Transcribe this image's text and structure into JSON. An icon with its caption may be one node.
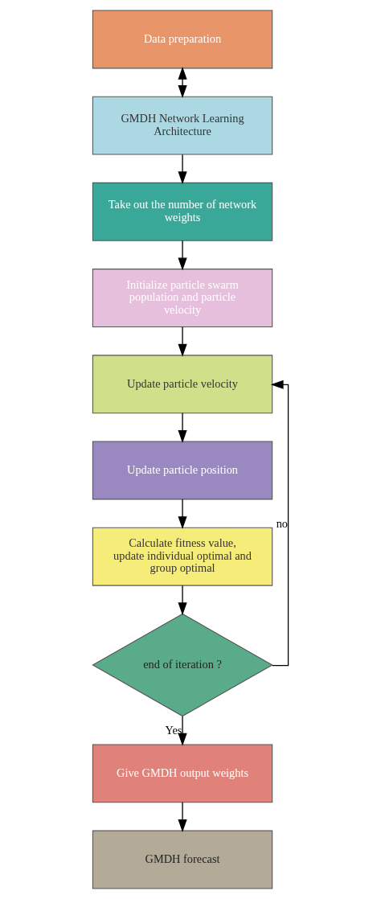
{
  "diagram": {
    "nodes": [
      {
        "text": [
          "Data preparation"
        ]
      },
      {
        "text": [
          "GMDH Network Learning Architecture"
        ]
      },
      {
        "text": [
          "Take out the number of network weights"
        ]
      },
      {
        "text": [
          "Initialize particle swarm population and particle velocity"
        ]
      },
      {
        "text": [
          "Update particle velocity"
        ]
      },
      {
        "text": [
          "Update particle position"
        ]
      },
      {
        "text": [
          "Calculate fitness value, update individual optimal and group optimal"
        ]
      },
      {
        "text": [
          "end of iteration ?"
        ]
      },
      {
        "text": [
          "Give GMDH output weights"
        ]
      },
      {
        "text": [
          "GMDH forecast"
        ]
      }
    ],
    "edges": [
      {
        "from": 0,
        "to": 1,
        "arrow": "both"
      },
      {
        "from": 1,
        "to": 2,
        "arrow": "to"
      },
      {
        "from": 2,
        "to": 3,
        "arrow": "to"
      },
      {
        "from": 3,
        "to": 4,
        "arrow": "to"
      },
      {
        "from": 4,
        "to": 5,
        "arrow": "to"
      },
      {
        "from": 5,
        "to": 6,
        "arrow": "to"
      },
      {
        "from": 6,
        "to": 7,
        "arrow": "to"
      },
      {
        "from": 7,
        "to": 4,
        "arrow": "to",
        "label": "no"
      },
      {
        "from": 7,
        "to": 8,
        "arrow": "to",
        "label": "Yes"
      },
      {
        "from": 8,
        "to": 9,
        "arrow": "to"
      }
    ]
  }
}
